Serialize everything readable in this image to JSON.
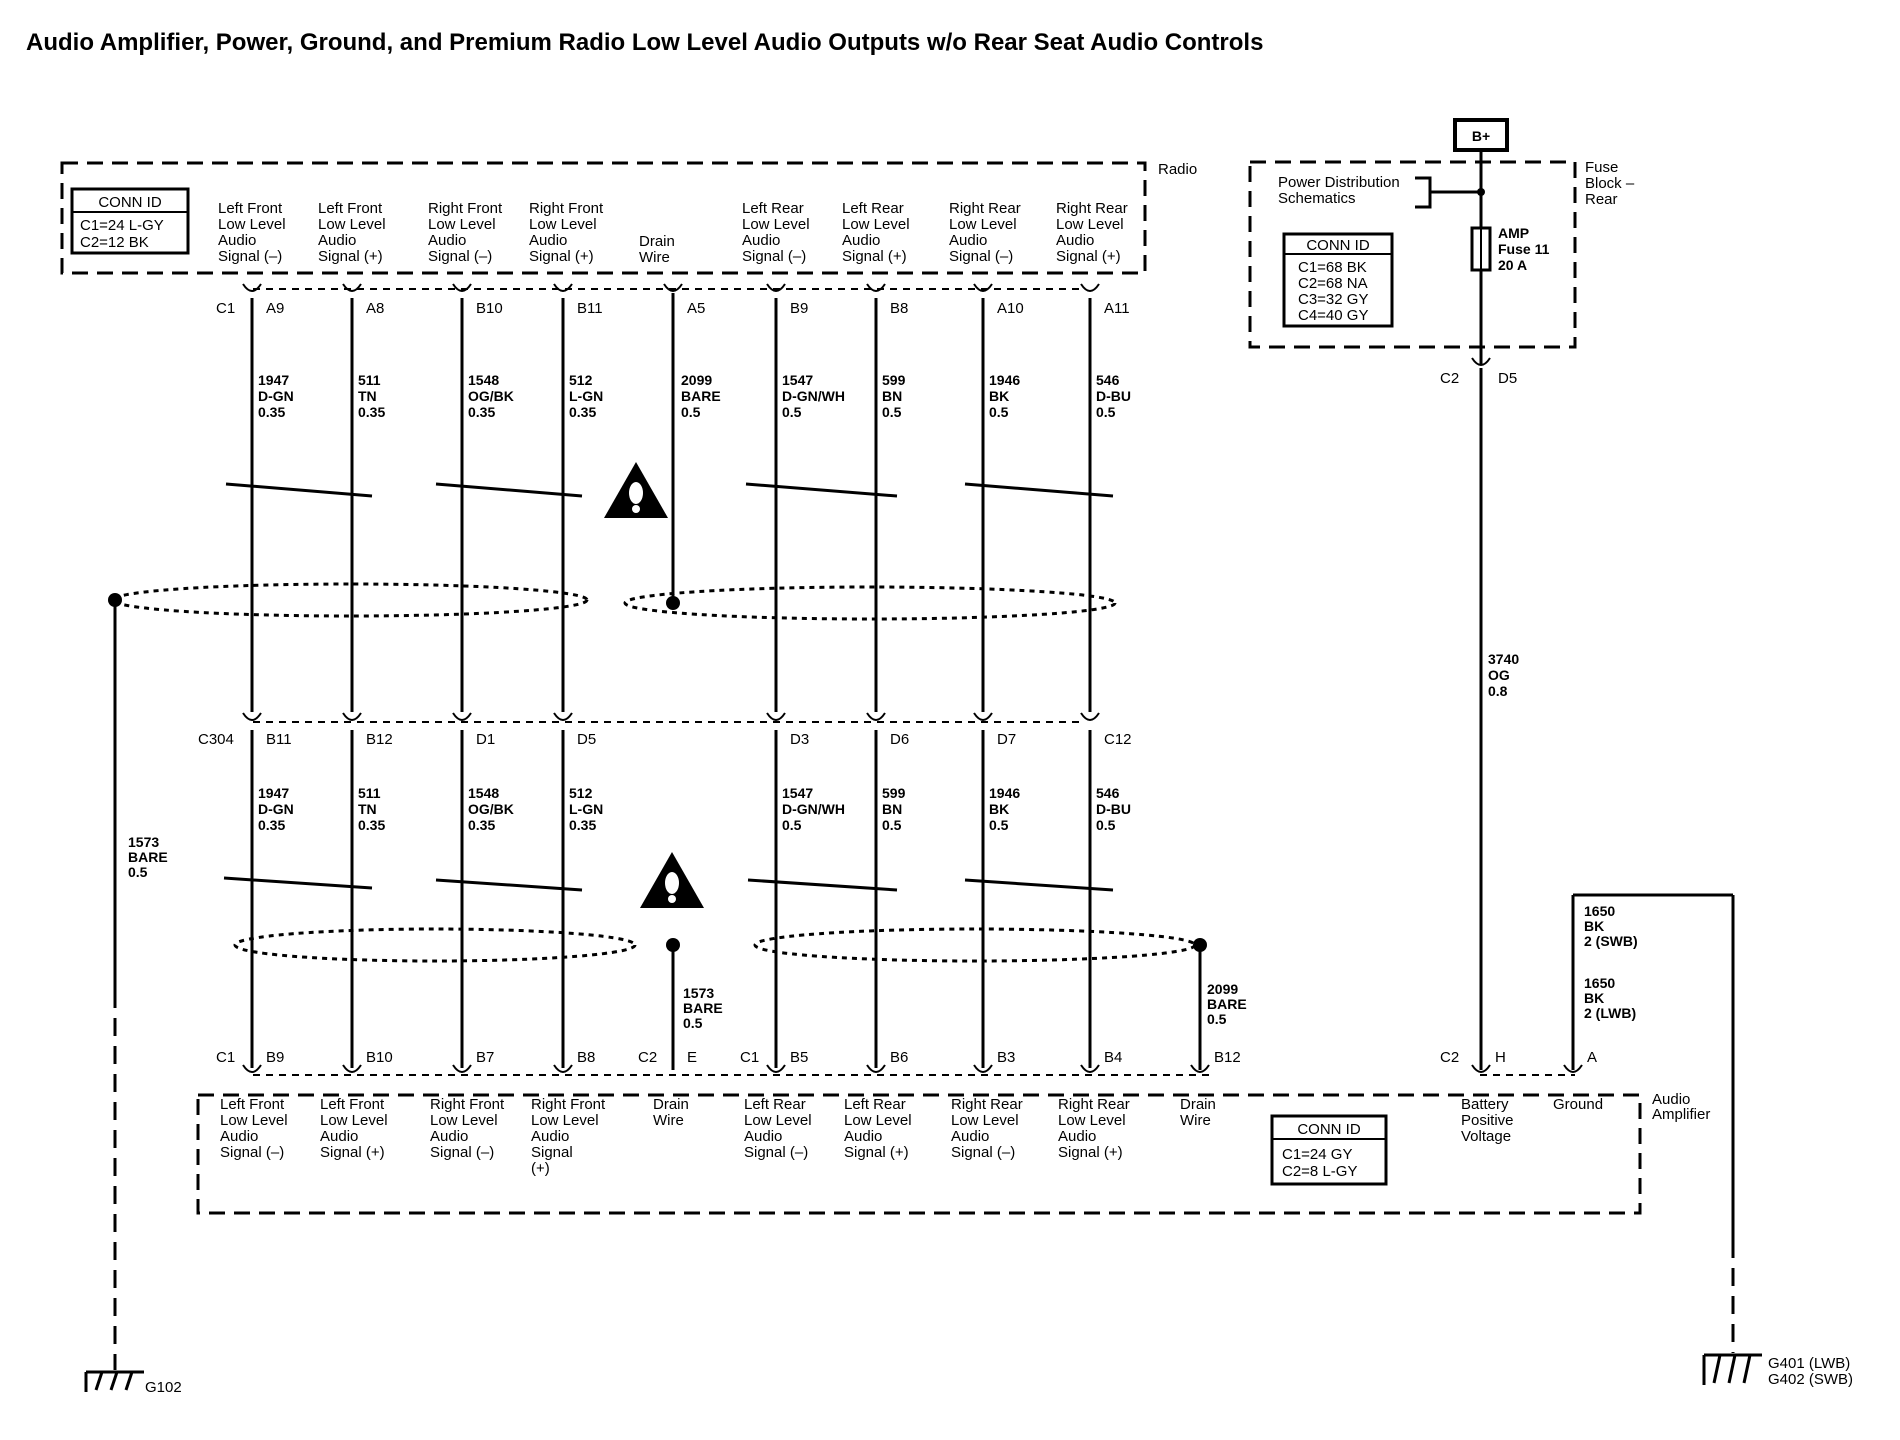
{
  "title": "Audio Amplifier, Power, Ground, and Premium Radio Low Level Audio Outputs w/o Rear Seat Audio Controls",
  "radio": {
    "label": "Radio",
    "conn_id": {
      "header": "CONN ID",
      "lines": [
        "C1=24 L-GY",
        "C2=12 BK"
      ]
    },
    "connector": "C1",
    "terminals": [
      {
        "pin": "A9",
        "lines": [
          "Left Front",
          "Low Level",
          "Audio",
          "Signal (–)"
        ]
      },
      {
        "pin": "A8",
        "lines": [
          "Left Front",
          "Low Level",
          "Audio",
          "Signal (+)"
        ]
      },
      {
        "pin": "B10",
        "lines": [
          "Right Front",
          "Low Level",
          "Audio",
          "Signal (–)"
        ]
      },
      {
        "pin": "B11",
        "lines": [
          "Right Front",
          "Low Level",
          "Audio",
          "Signal (+)"
        ]
      },
      {
        "pin": "A5",
        "lines": [
          "Drain",
          "Wire"
        ]
      },
      {
        "pin": "B9",
        "lines": [
          "Left Rear",
          "Low Level",
          "Audio",
          "Signal (–)"
        ]
      },
      {
        "pin": "B8",
        "lines": [
          "Left Rear",
          "Low Level",
          "Audio",
          "Signal (+)"
        ]
      },
      {
        "pin": "A10",
        "lines": [
          "Right Rear",
          "Low Level",
          "Audio",
          "Signal (–)"
        ]
      },
      {
        "pin": "A11",
        "lines": [
          "Right Rear",
          "Low Level",
          "Audio",
          "Signal (+)"
        ]
      }
    ]
  },
  "upper_wires": [
    [
      "1947",
      "D-GN",
      "0.35"
    ],
    [
      "511",
      "TN",
      "0.35"
    ],
    [
      "1548",
      "OG/BK",
      "0.35"
    ],
    [
      "512",
      "L-GN",
      "0.35"
    ],
    [
      "2099",
      "BARE",
      "0.5"
    ],
    [
      "1547",
      "D-GN/WH",
      "0.5"
    ],
    [
      "599",
      "BN",
      "0.5"
    ],
    [
      "1946",
      "BK",
      "0.5"
    ],
    [
      "546",
      "D-BU",
      "0.5"
    ]
  ],
  "inline": {
    "connector": "C304",
    "pins": [
      "B11",
      "B12",
      "D1",
      "D5",
      "D3",
      "D6",
      "D7",
      "C12"
    ]
  },
  "lower_wires": [
    [
      "1947",
      "D-GN",
      "0.35"
    ],
    [
      "511",
      "TN",
      "0.35"
    ],
    [
      "1548",
      "OG/BK",
      "0.35"
    ],
    [
      "512",
      "L-GN",
      "0.35"
    ],
    [
      "1547",
      "D-GN/WH",
      "0.5"
    ],
    [
      "599",
      "BN",
      "0.5"
    ],
    [
      "1946",
      "BK",
      "0.5"
    ],
    [
      "546",
      "D-BU",
      "0.5"
    ]
  ],
  "drain_wires": {
    "g102": [
      "1573",
      "BARE",
      "0.5"
    ],
    "front": [
      "1573",
      "BARE",
      "0.5"
    ],
    "rear": [
      "2099",
      "BARE",
      "0.5"
    ]
  },
  "amplifier": {
    "label": [
      "Audio",
      "Amplifier"
    ],
    "conn_id": {
      "header": "CONN ID",
      "lines": [
        "C1=24 GY",
        "C2=8 L-GY"
      ]
    },
    "conn_labels": {
      "c1a": "C1",
      "c2a": "C2",
      "c1b": "C1",
      "c2b": "C2"
    },
    "terminals": [
      {
        "pin": "B9",
        "lines": [
          "Left Front",
          "Low Level",
          "Audio",
          "Signal (–)"
        ]
      },
      {
        "pin": "B10",
        "lines": [
          "Left Front",
          "Low Level",
          "Audio",
          "Signal (+)"
        ]
      },
      {
        "pin": "B7",
        "lines": [
          "Right Front",
          "Low Level",
          "Audio",
          "Signal (–)"
        ]
      },
      {
        "pin": "B8",
        "lines": [
          "Right Front",
          "Low Level",
          "Audio",
          "Signal",
          "(+)"
        ]
      },
      {
        "pin": "E",
        "lines": [
          "Drain",
          "Wire"
        ]
      },
      {
        "pin": "B5",
        "lines": [
          "Left Rear",
          "Low Level",
          "Audio",
          "Signal (–)"
        ]
      },
      {
        "pin": "B6",
        "lines": [
          "Left Rear",
          "Low Level",
          "Audio",
          "Signal (+)"
        ]
      },
      {
        "pin": "B3",
        "lines": [
          "Right Rear",
          "Low Level",
          "Audio",
          "Signal (–)"
        ]
      },
      {
        "pin": "B4",
        "lines": [
          "Right Rear",
          "Low Level",
          "Audio",
          "Signal (+)"
        ]
      },
      {
        "pin": "B12",
        "lines": [
          "Drain",
          "Wire"
        ]
      },
      {
        "pin": "H",
        "lines": [
          "Battery",
          "Positive",
          "Voltage"
        ]
      },
      {
        "pin": "A",
        "lines": [
          "Ground"
        ]
      }
    ]
  },
  "fuse_block": {
    "label": [
      "Fuse",
      "Block –",
      "Rear"
    ],
    "bplus": "B+",
    "power_dist": [
      "Power Distribution",
      "Schematics"
    ],
    "conn_id": {
      "header": "CONN ID",
      "lines": [
        "C1=68 BK",
        "C2=68 NA",
        "C3=32 GY",
        "C4=40 GY"
      ]
    },
    "fuse": [
      "AMP",
      "Fuse 11",
      "20 A"
    ],
    "connector": "C2",
    "pin": "D5"
  },
  "power_wire": [
    "3740",
    "OG",
    "0.8"
  ],
  "ground_wires": [
    [
      "1650",
      "BK",
      "2 (SWB)"
    ],
    [
      "1650",
      "BK",
      "2 (LWB)"
    ]
  ],
  "grounds": {
    "left": "G102",
    "right": [
      "G401 (LWB)",
      "G402 (SWB)"
    ]
  }
}
